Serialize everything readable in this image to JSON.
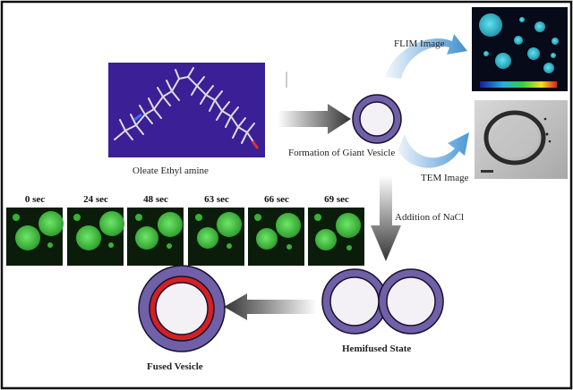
{
  "labels": {
    "molecule": "Oleate Ethyl amine",
    "giant_vesicle": "Formation of Giant Vesicle",
    "flim": "FLIM Image",
    "tem": "TEM Image",
    "nacl": "Addition of NaCl",
    "hemifused": "Hemifused State",
    "fused": "Fused Vesicle"
  },
  "timelapse": [
    "0 sec",
    "24 sec",
    "48 sec",
    "63 sec",
    "66 sec",
    "69 sec"
  ],
  "colors": {
    "membrane": "#7060a8",
    "membrane_stroke": "#1a1030",
    "vesicle_core": "#f3f1f5",
    "fused_inner": "#d42020",
    "molecule_bg": "#3a1f96",
    "flim_bg": "#070a18",
    "flim_spot": "#34c6d6",
    "micrograph_bg": "#0b1c0b",
    "micrograph_spot": "#3fcc3a"
  }
}
